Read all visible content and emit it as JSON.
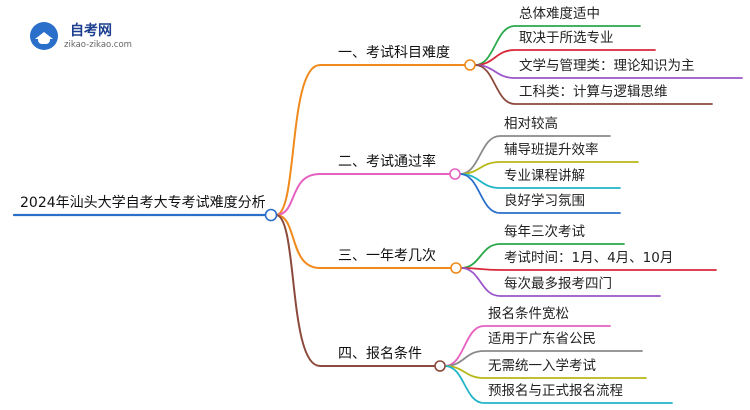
{
  "logo": {
    "title": "自考网",
    "url": "zikao-zikao.com"
  },
  "root": {
    "label": "2024年汕头大学自考大专考试难度分析"
  },
  "branches": [
    {
      "label": "一、考试科目难度",
      "color": "#f08a1c",
      "children": [
        {
          "label": "总体难度适中",
          "color": "#2aa84a"
        },
        {
          "label": "取决于所选专业",
          "color": "#d8283a"
        },
        {
          "label": "文学与管理类：理论知识为主",
          "color": "#9a55c8"
        },
        {
          "label": "工科类：计算与逻辑思维",
          "color": "#8b4a3c"
        }
      ]
    },
    {
      "label": "二、考试通过率",
      "color": "#e660c0",
      "children": [
        {
          "label": "相对较高",
          "color": "#8a8a8a"
        },
        {
          "label": "辅导班提升效率",
          "color": "#b8b81a"
        },
        {
          "label": "专业课程讲解",
          "color": "#21b5c8"
        },
        {
          "label": "良好学习氛围",
          "color": "#2a6fc9"
        }
      ]
    },
    {
      "label": "三、一年考几次",
      "color": "#f08a1c",
      "children": [
        {
          "label": "每年三次考试",
          "color": "#2aa84a"
        },
        {
          "label": "考试时间：1月、4月、10月",
          "color": "#d8283a"
        },
        {
          "label": "每次最多报考四门",
          "color": "#9a55c8"
        }
      ]
    },
    {
      "label": "四、报名条件",
      "color": "#8b4a3c",
      "children": [
        {
          "label": "报名条件宽松",
          "color": "#e660c0"
        },
        {
          "label": "适用于广东省公民",
          "color": "#8a8a8a"
        },
        {
          "label": "无需统一入学考试",
          "color": "#b8b81a"
        },
        {
          "label": "预报名与正式报名流程",
          "color": "#21b5c8"
        }
      ]
    }
  ]
}
